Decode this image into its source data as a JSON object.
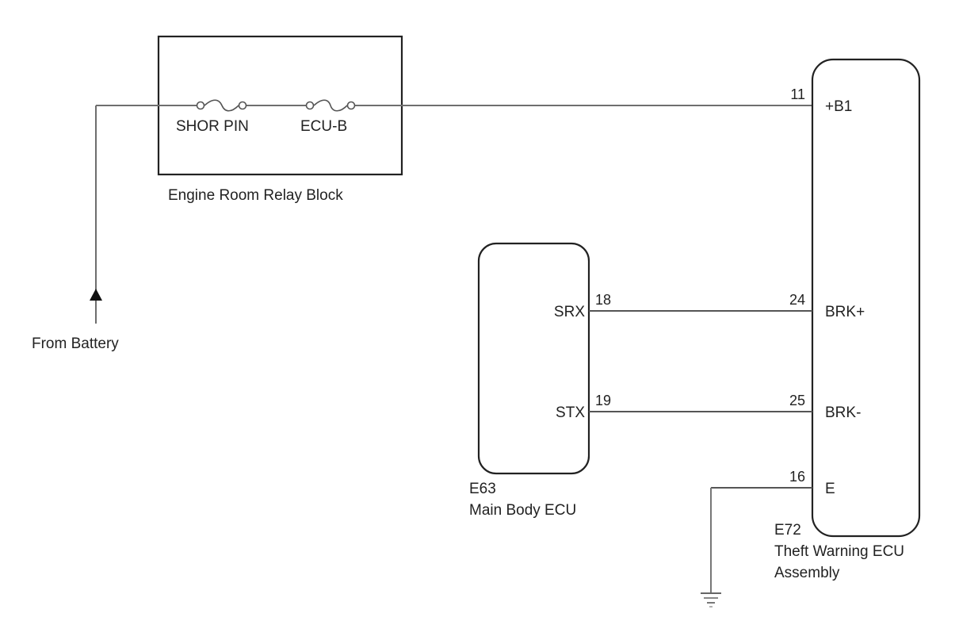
{
  "diagram": {
    "type": "wiring-diagram",
    "colors": {
      "wire": "#6e6e6e",
      "box": "#222222",
      "text": "#222222"
    },
    "source": {
      "label": "From Battery",
      "icon": "arrow-up-icon"
    },
    "relay_block": {
      "name": "Engine Room Relay Block",
      "fuses": [
        {
          "label": "SHOR PIN",
          "icon": "fuse-icon"
        },
        {
          "label": "ECU-B",
          "icon": "fuse-icon"
        }
      ]
    },
    "main_body_ecu": {
      "connector": "E63",
      "name": "Main Body ECU",
      "terminals": [
        {
          "pin": "18",
          "name": "SRX"
        },
        {
          "pin": "19",
          "name": "STX"
        }
      ]
    },
    "theft_warning_ecu": {
      "connector": "E72",
      "name_line1": "Theft Warning ECU",
      "name_line2": "Assembly",
      "terminals": [
        {
          "pin": "11",
          "name": "+B1"
        },
        {
          "pin": "24",
          "name": "BRK+"
        },
        {
          "pin": "25",
          "name": "BRK-"
        },
        {
          "pin": "16",
          "name": "E"
        }
      ]
    },
    "ground": {
      "icon": "ground-icon"
    },
    "connections": [
      {
        "from": "Battery",
        "to": "E72 pin 11 (+B1)",
        "via": [
          "SHOR PIN",
          "ECU-B"
        ]
      },
      {
        "from": "E63 pin 18 (SRX)",
        "to": "E72 pin 24 (BRK+)"
      },
      {
        "from": "E63 pin 19 (STX)",
        "to": "E72 pin 25 (BRK-)"
      },
      {
        "from": "E72 pin 16 (E)",
        "to": "Ground"
      }
    ]
  }
}
